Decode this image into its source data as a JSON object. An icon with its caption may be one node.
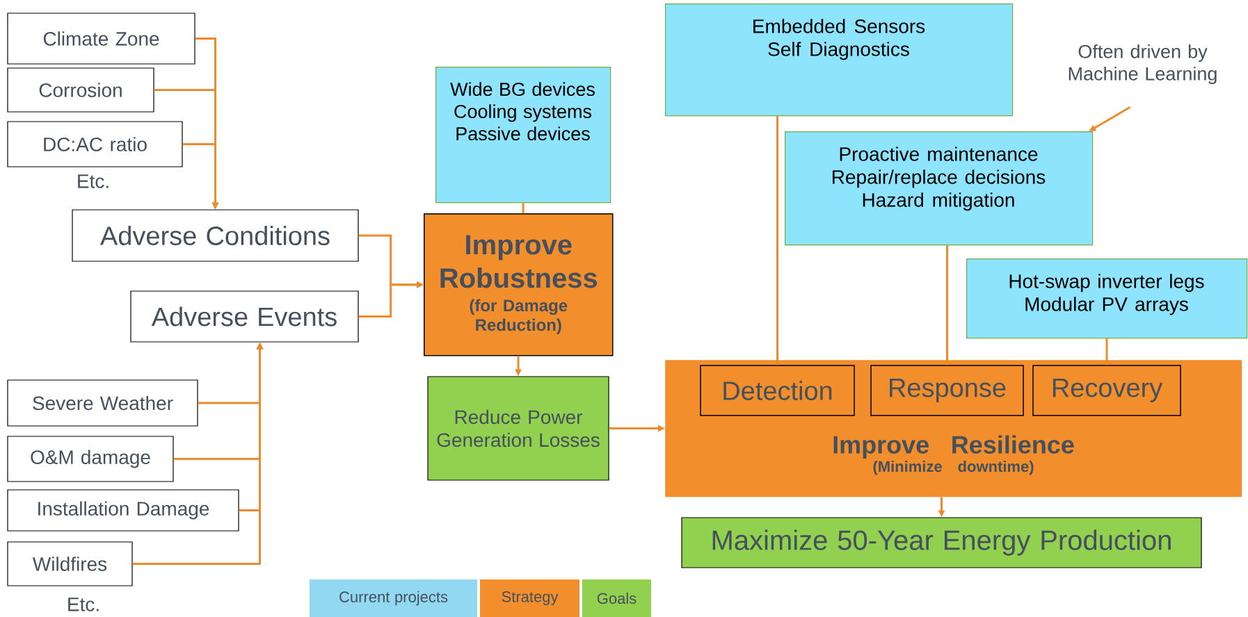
{
  "diagram": {
    "nodes": [
      {
        "text": [
          "Climate Zone"
        ]
      },
      {
        "text": [
          "Corrosion"
        ]
      },
      {
        "text": [
          "DC:AC ratio"
        ]
      },
      {
        "text": [
          "Adverse Conditions"
        ]
      },
      {
        "text": [
          "Adverse Events"
        ]
      },
      {
        "text": [
          "Severe Weather"
        ]
      },
      {
        "text": [
          "O&M damage"
        ]
      },
      {
        "text": [
          "Installation Damage"
        ]
      },
      {
        "text": [
          "Wildfires"
        ]
      },
      {
        "text": [
          "Wide BG devices",
          "Cooling systems",
          "Passive devices"
        ]
      },
      {
        "text": [
          "Improve Robustness",
          "(for Damage Reduction)"
        ]
      },
      {
        "text": [
          "Reduce Power Generation Losses"
        ]
      },
      {
        "text": [
          "Embedded Sensors",
          "Self Diagnostics"
        ]
      },
      {
        "text": [
          "Often driven by Machine Learning"
        ]
      },
      {
        "text": [
          "Proactive maintenance",
          "Repair/replace decisions",
          "Hazard mitigation"
        ]
      },
      {
        "text": [
          "Hot-swap inverter legs",
          "Modular PV arrays"
        ]
      },
      {
        "text": [
          "Improve Resilience",
          "(Minimize downtime)"
        ]
      },
      {
        "text": [
          "Detection"
        ],
        "in": 16
      },
      {
        "text": [
          "Response"
        ],
        "in": 16
      },
      {
        "text": [
          "Recovery"
        ],
        "in": 16
      },
      {
        "text": [
          "Maximize 50-Year Energy Production"
        ]
      }
    ],
    "edges": [
      {
        "from": 0,
        "to": 3,
        "arrow": "to"
      },
      {
        "from": 1,
        "to": 3,
        "arrow": "to"
      },
      {
        "from": 2,
        "to": 3,
        "arrow": "to"
      },
      {
        "from": 5,
        "to": 4,
        "arrow": "to"
      },
      {
        "from": 6,
        "to": 4,
        "arrow": "to"
      },
      {
        "from": 7,
        "to": 4,
        "arrow": "to"
      },
      {
        "from": 8,
        "to": 4,
        "arrow": "to"
      },
      {
        "from": 3,
        "to": 10,
        "arrow": "to"
      },
      {
        "from": 4,
        "to": 10,
        "arrow": "to"
      },
      {
        "from": 9,
        "to": 10,
        "arrow": "none"
      },
      {
        "from": 10,
        "to": 11,
        "arrow": "to"
      },
      {
        "from": 11,
        "to": 16,
        "arrow": "to"
      },
      {
        "from": 12,
        "to": 17,
        "arrow": "none"
      },
      {
        "from": 14,
        "to": 18,
        "arrow": "none"
      },
      {
        "from": 15,
        "to": 19,
        "arrow": "none"
      },
      {
        "from": 16,
        "to": 20,
        "arrow": "to"
      },
      {
        "from": 13,
        "to": 14,
        "arrow": "to"
      }
    ],
    "labels": [
      "Etc.",
      "Etc."
    ],
    "legend": [
      {
        "text": "Current projects",
        "color": "#92d8f0"
      },
      {
        "text": "Strategy",
        "color": "#f28e2b"
      },
      {
        "text": "Goals",
        "color": "#92d050"
      }
    ]
  }
}
